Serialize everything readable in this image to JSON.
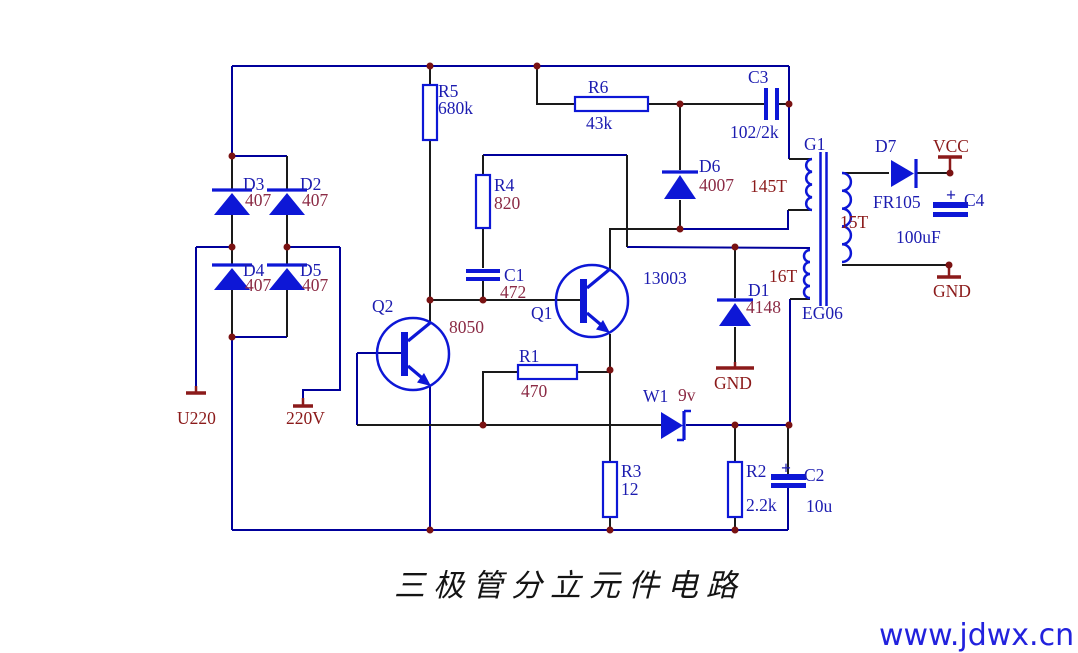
{
  "title": "三极管分立元件电路",
  "watermark": "www.jdwx.cn",
  "colors": {
    "wire_blue": "#00009b",
    "wire_black": "#1a1a1a",
    "symbol_blue": "#0d17d6",
    "label_navy": "#1c1cb0",
    "label_value": "#8b2b45",
    "label_terminal": "#8b1a1a",
    "junction_dot": "#7a1212",
    "watermark_blue": "#2222dd"
  },
  "labels": {
    "r5_ref": "R5",
    "r5_val": "680k",
    "r6_ref": "R6",
    "r6_val": "43k",
    "c3_ref": "C3",
    "c3_val": "102/2k",
    "d6_ref": "D6",
    "d6_val": "4007",
    "r4_ref": "R4",
    "r4_val": "820",
    "c1_ref": "C1",
    "c1_val": "472",
    "q2_ref": "Q2",
    "q2_val": "8050",
    "q1_ref": "Q1",
    "q1_val": "13003",
    "r1_ref": "R1",
    "r1_val": "470",
    "w1_ref": "W1",
    "w1_val": "9v",
    "r3_ref": "R3",
    "r3_val": "12",
    "r2_ref": "R2",
    "r2_val": "2.2k",
    "c2_ref": "C2",
    "c2_val": "10u",
    "c2_plus": "+",
    "c4_ref": "C4",
    "c4_val": "100uF",
    "c4_plus": "+",
    "d1_ref": "D1",
    "d1_val": "4148",
    "d7_ref": "D7",
    "d7_val": "FR105",
    "d3_ref": "D3",
    "d3_val": "407",
    "d2_ref": "D2",
    "d2_val": "407",
    "d4_ref": "D4",
    "d4_val": "407",
    "d5_ref": "D5",
    "d5_val": "407",
    "g1_ref": "G1",
    "g1_model": "EG06",
    "t145": "145T",
    "t15": "15T",
    "t16": "16T",
    "vcc": "VCC",
    "gnd_right": "GND",
    "gnd_d1": "GND",
    "u220": "U220",
    "v220": "220V"
  }
}
